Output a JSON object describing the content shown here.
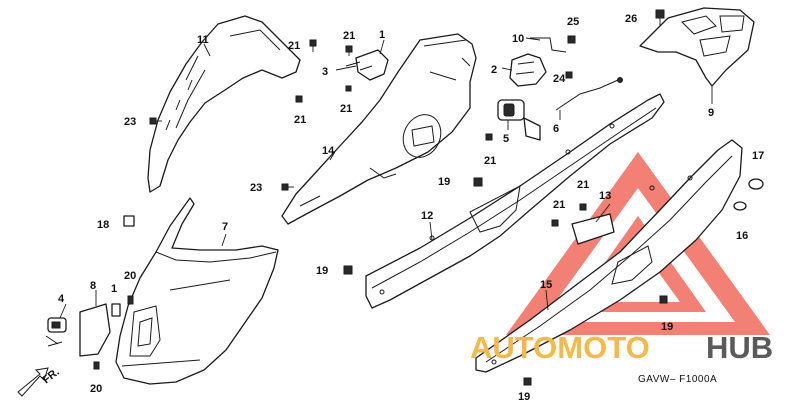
{
  "diagram": {
    "code": "GAVW– F1000A",
    "direction_label": "FR.",
    "callouts": [
      {
        "id": "c-11a",
        "label": "11"
      },
      {
        "id": "c-21a",
        "label": "21"
      },
      {
        "id": "c-21b",
        "label": "21"
      },
      {
        "id": "c-1a",
        "label": "1"
      },
      {
        "id": "c-3",
        "label": "3"
      },
      {
        "id": "c-21c",
        "label": "21"
      },
      {
        "id": "c-21d",
        "label": "21"
      },
      {
        "id": "c-23a",
        "label": "23"
      },
      {
        "id": "c-14",
        "label": "14"
      },
      {
        "id": "c-23b",
        "label": "23"
      },
      {
        "id": "c-10",
        "label": "10"
      },
      {
        "id": "c-25",
        "label": "25"
      },
      {
        "id": "c-2",
        "label": "2"
      },
      {
        "id": "c-24",
        "label": "24"
      },
      {
        "id": "c-26",
        "label": "26"
      },
      {
        "id": "c-9",
        "label": "9"
      },
      {
        "id": "c-5",
        "label": "5"
      },
      {
        "id": "c-6",
        "label": "6"
      },
      {
        "id": "c-21e",
        "label": "21"
      },
      {
        "id": "c-19a",
        "label": "19"
      },
      {
        "id": "c-12",
        "label": "12"
      },
      {
        "id": "c-21f",
        "label": "21"
      },
      {
        "id": "c-13",
        "label": "13"
      },
      {
        "id": "c-21g",
        "label": "21"
      },
      {
        "id": "c-17",
        "label": "17"
      },
      {
        "id": "c-16",
        "label": "16"
      },
      {
        "id": "c-18",
        "label": "18"
      },
      {
        "id": "c-7",
        "label": "7"
      },
      {
        "id": "c-19b",
        "label": "19"
      },
      {
        "id": "c-20a",
        "label": "20"
      },
      {
        "id": "c-8",
        "label": "8"
      },
      {
        "id": "c-1b",
        "label": "1"
      },
      {
        "id": "c-4",
        "label": "4"
      },
      {
        "id": "c-15",
        "label": "15"
      },
      {
        "id": "c-19c",
        "label": "19"
      },
      {
        "id": "c-20b",
        "label": "20"
      },
      {
        "id": "c-19d",
        "label": "19"
      }
    ]
  },
  "watermark": {
    "text_part1": "AUTOMOTO",
    "text_part2": "HUB",
    "accent_color": "#f06a5c",
    "text_color_1": "#f5b94a",
    "text_color_2": "#5a5a5a"
  }
}
